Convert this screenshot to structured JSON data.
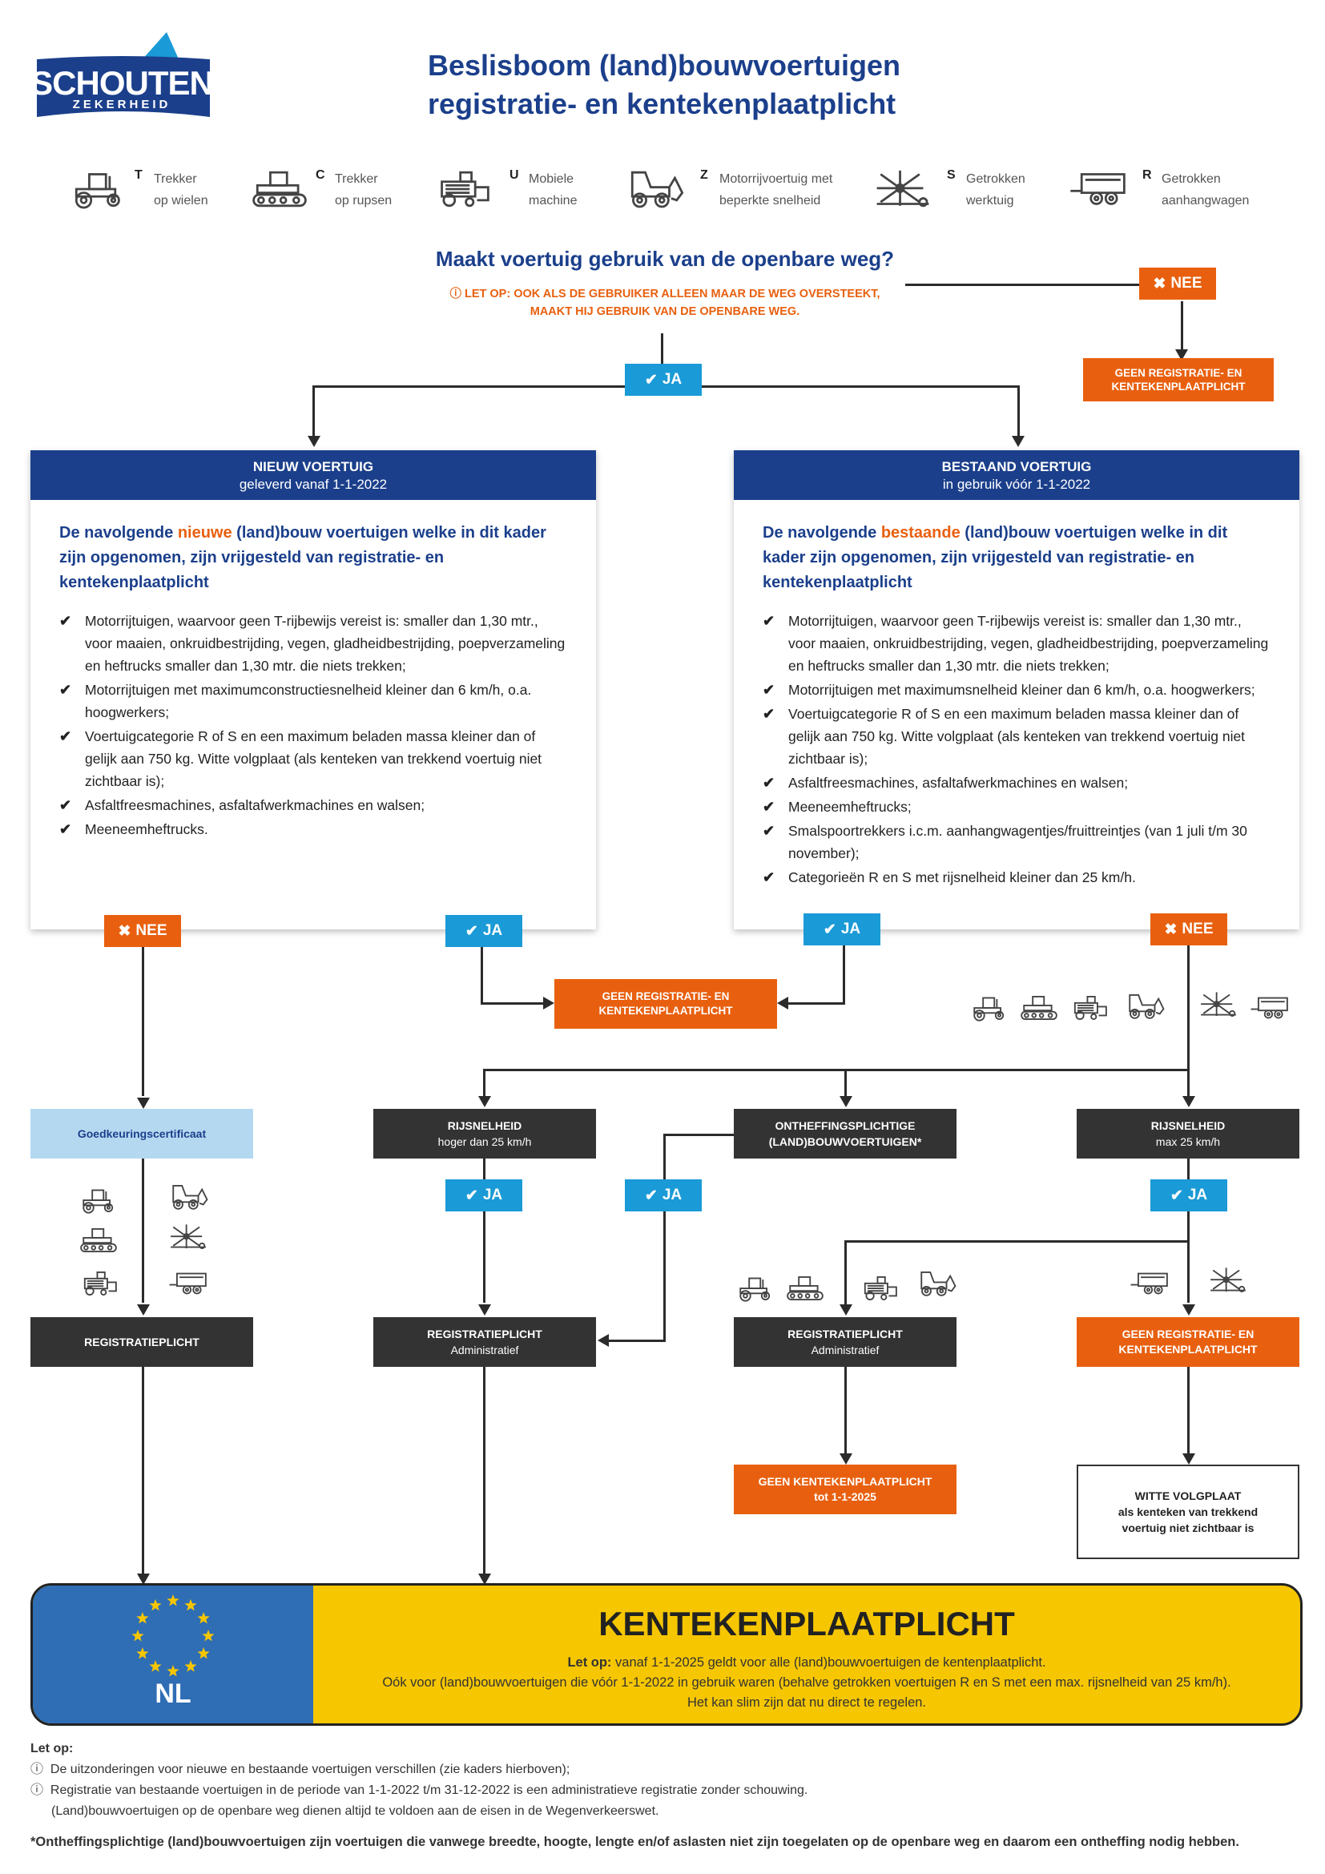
{
  "brand": {
    "logo_top": "SCHOUTEN",
    "logo_bottom": "ZEKERHEID"
  },
  "title": {
    "line1": "Beslisboom (land)bouwvoertuigen",
    "line2": "registratie- en kentekenplaatplicht"
  },
  "legend": [
    {
      "code": "T",
      "line1": "Trekker",
      "line2": "op wielen",
      "icon": "tractor-icon"
    },
    {
      "code": "C",
      "line1": "Trekker",
      "line2": "op rupsen",
      "icon": "tracked-tractor-icon"
    },
    {
      "code": "U",
      "line1": "Mobiele",
      "line2": "machine",
      "icon": "harvester-icon"
    },
    {
      "code": "Z",
      "line1": "Motorrijvoertuig met",
      "line2": "beperkte snelheid",
      "icon": "loader-icon"
    },
    {
      "code": "S",
      "line1": "Getrokken",
      "line2": "werktuig",
      "icon": "rake-icon"
    },
    {
      "code": "R",
      "line1": "Getrokken",
      "line2": "aanhangwagen",
      "icon": "trailer-icon"
    }
  ],
  "question": {
    "text": "Maakt voertuig gebruik van de openbare weg?",
    "note_line1": "LET OP: OOK ALS DE GEBRUIKER ALLEEN MAAR DE WEG OVERSTEEKT,",
    "note_line2": "MAAKT HIJ GEBRUIK VAN DE OPENBARE WEG."
  },
  "labels": {
    "ja": "JA",
    "nee": "NEE"
  },
  "top_exempt": {
    "line1": "GEEN REGISTRATIE- EN",
    "line2": "KENTEKENPLAATPLICHT"
  },
  "new_vehicle": {
    "head_line1": "NIEUW VOERTUIG",
    "head_line2": "geleverd vanaf 1-1-2022",
    "intro_a": "De navolgende ",
    "intro_hl": "nieuwe",
    "intro_b": " (land)bouw voertuigen welke in dit kader zijn opgenomen, zijn vrijgesteld van registratie- en kentekenplaatplicht",
    "items": [
      "Motorrijtuigen, waarvoor geen T-rijbewijs vereist is: smaller dan 1,30 mtr., voor maaien, onkruidbestrijding, vegen, gladheidbestrijding, poepverzameling en heftrucks smaller dan 1,30 mtr. die niets trekken;",
      "Motorrijtuigen met maximumconstructiesnelheid kleiner dan 6 km/h, o.a. hoogwerkers;",
      "Voertuigcategorie R of S en een maximum beladen massa kleiner dan of gelijk aan 750 kg. Witte volgplaat (als kenteken van trekkend voertuig niet zichtbaar is);",
      "Asfaltfreesmachines, asfaltafwerkmachines en walsen;",
      "Meeneemheftrucks."
    ]
  },
  "existing_vehicle": {
    "head_line1": "BESTAAND VOERTUIG",
    "head_line2": "in gebruik vóór 1-1-2022",
    "intro_a": "De navolgende ",
    "intro_hl": "bestaande",
    "intro_b": " (land)bouw voertuigen welke in dit kader zijn opgenomen, zijn vrijgesteld van registratie- en kentekenplaatplicht",
    "items": [
      "Motorrijtuigen, waarvoor geen T-rijbewijs vereist is: smaller dan 1,30 mtr., voor maaien, onkruidbestrijding, vegen, gladheidbestrijding, poepverzameling en heftrucks smaller dan 1,30 mtr. die niets trekken;",
      "Motorrijtuigen met maximumsnelheid kleiner dan 6 km/h, o.a. hoogwerkers;",
      "Voertuigcategorie R of S en een maximum beladen massa kleiner dan of gelijk aan 750 kg. Witte volgplaat (als kenteken van trekkend voertuig niet zichtbaar is);",
      "Asfaltfreesmachines, asfaltafwerkmachines en walsen;",
      "Meeneemheftrucks;",
      "Smalspoortrekkers i.c.m. aanhangwagentjes/fruittreintjes (van 1 juli t/m 30 november);",
      "Categorieën R en S met rijsnelheid kleiner dan 25 km/h."
    ]
  },
  "mid_exempt": {
    "line1": "GEEN REGISTRATIE- EN",
    "line2": "KENTEKENPLAATPLICHT"
  },
  "certificate": "Goedkeuringscertificaat",
  "speed_high": {
    "line1": "RIJSNELHEID",
    "line2": "hoger dan 25 km/h"
  },
  "exemption_required": {
    "line1": "ONTHEFFINGSPLICHTIGE",
    "line2": "(LAND)BOUWVOERTUIGEN*"
  },
  "speed_max": {
    "line1": "RIJSNELHEID",
    "line2": "max 25 km/h"
  },
  "registration": "REGISTRATIEPLICHT",
  "registration_admin_1": {
    "line1": "REGISTRATIEPLICHT",
    "line2": "Administratief"
  },
  "registration_admin_2": {
    "line1": "REGISTRATIEPLICHT",
    "line2": "Administratief"
  },
  "right_exempt": {
    "line1": "GEEN REGISTRATIE- EN",
    "line2": "KENTEKENPLAATPLICHT"
  },
  "no_plate": {
    "line1": "GEEN KENTEKENPLAATPLICHT",
    "line2": "tot 1-1-2025"
  },
  "white_plate": {
    "line1": "WITTE VOLGPLAAT",
    "line2": "als kenteken van trekkend",
    "line3": "voertuig niet zichtbaar is"
  },
  "plate": {
    "country": "NL",
    "title": "KENTEKENPLAATPLICHT",
    "note_label": "Let op:",
    "note_line1": " vanaf 1-1-2025 geldt voor alle (land)bouwvoertuigen de kentenplaatplicht.",
    "note_line2": "Oók voor (land)bouwvoertuigen die vóór 1-1-2022 in gebruik waren (behalve getrokken voertuigen R en S met een max. rijsnelheid van 25 km/h).",
    "note_line3": "Het kan slim zijn dat nu direct te regelen."
  },
  "footer": {
    "heading": "Let op:",
    "note1": "De uitzonderingen voor nieuwe en bestaande voertuigen verschillen (zie kaders hierboven);",
    "note2_line1": "Registratie van bestaande voertuigen in de periode van 1-1-2022 t/m 31-12-2022 is een administratieve registratie zonder schouwing.",
    "note2_line2": "(Land)bouwvoertuigen op de openbare weg dienen altijd te voldoen aan de eisen in de Wegenverkeerswet.",
    "footnote": "*Ontheffingsplichtige (land)bouwvoertuigen zijn voertuigen die vanwege breedte, hoogte, lengte en/of aslasten niet zijn toegelaten op de openbare weg en daarom een ontheffing nodig hebben."
  },
  "colors": {
    "navy": "#1b3f8b",
    "blue": "#1a9ad6",
    "orange": "#e8600f",
    "dark": "#333333",
    "light_blue": "#b5d8f1",
    "plate_yellow": "#f6c600",
    "plate_blue": "#2f6db5"
  }
}
